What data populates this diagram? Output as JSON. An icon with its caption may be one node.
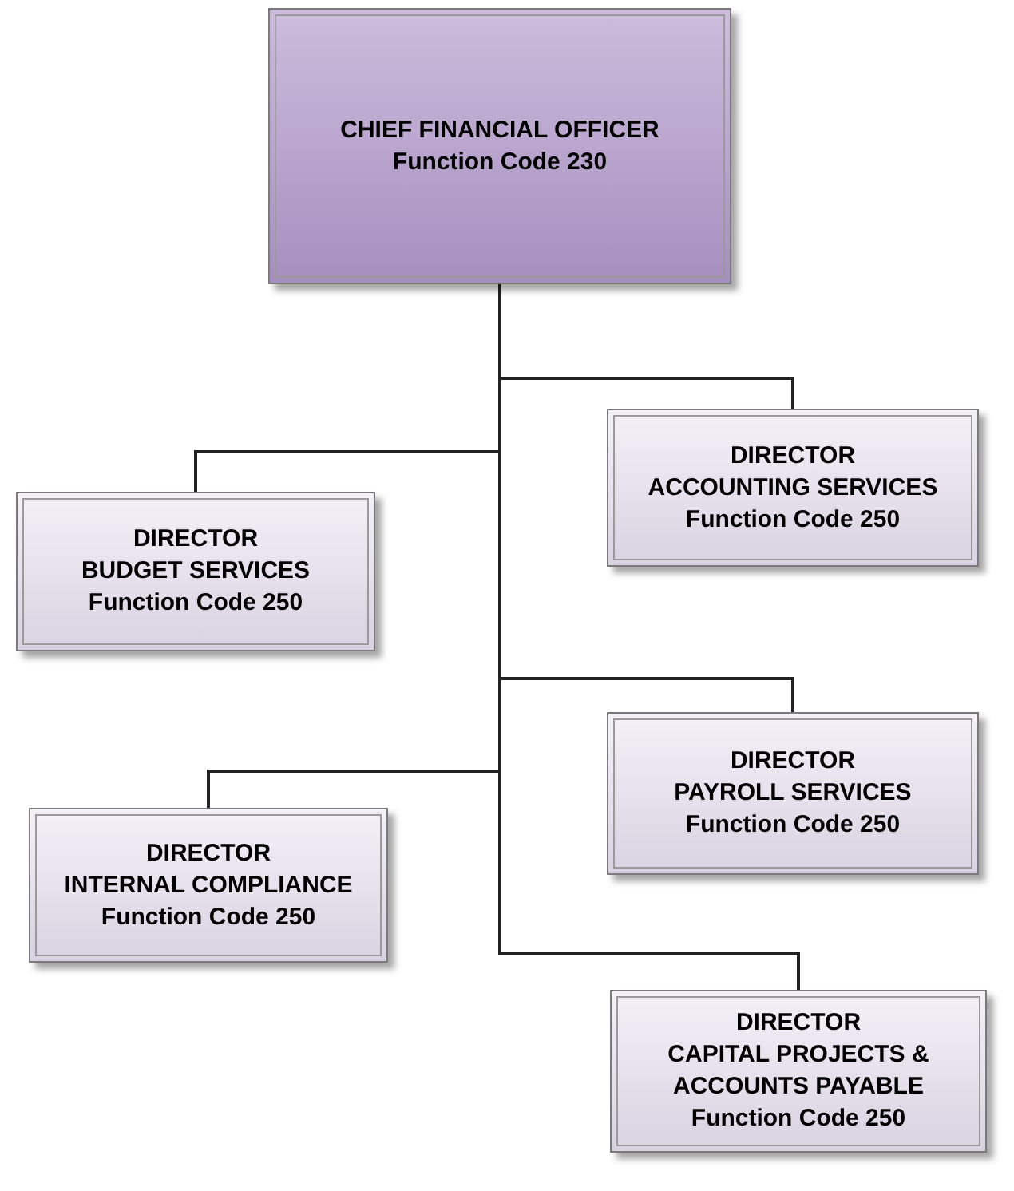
{
  "diagram": {
    "nodes": [
      {
        "text": [
          "CHIEF FINANCIAL OFFICER",
          "Function Code 230"
        ]
      },
      {
        "text": [
          "DIRECTOR",
          "ACCOUNTING SERVICES",
          "Function Code 250"
        ]
      },
      {
        "text": [
          "DIRECTOR",
          "BUDGET SERVICES",
          "Function Code 250"
        ]
      },
      {
        "text": [
          "DIRECTOR",
          "PAYROLL SERVICES",
          "Function Code 250"
        ]
      },
      {
        "text": [
          "DIRECTOR",
          "INTERNAL COMPLIANCE",
          "Function Code 250"
        ]
      },
      {
        "text": [
          "DIRECTOR",
          "CAPITAL PROJECTS & ACCOUNTS PAYABLE",
          "Function Code 250"
        ]
      }
    ],
    "edges": [
      {
        "from": 0,
        "to": 1,
        "arrow": "none"
      },
      {
        "from": 0,
        "to": 2,
        "arrow": "none"
      },
      {
        "from": 0,
        "to": 3,
        "arrow": "none"
      },
      {
        "from": 0,
        "to": 4,
        "arrow": "none"
      },
      {
        "from": 0,
        "to": 5,
        "arrow": "none"
      }
    ]
  }
}
